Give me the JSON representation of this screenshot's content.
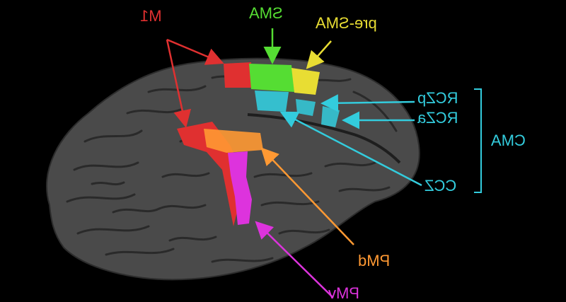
{
  "colors": {
    "background": "#000000",
    "brain": "#4a4a4a",
    "brain_dark": "#2c2c2c",
    "m1": "#e03030",
    "sma": "#55dd33",
    "pre_sma": "#e8dd33",
    "cingulate": "#33ccdd",
    "pmd": "#ff9933",
    "pmv": "#dd33dd"
  },
  "labels": {
    "m1": "M1",
    "sma": "SMA",
    "pre_sma": "pre-SMA",
    "rczp": "RCZp",
    "rcza": "RCZa",
    "cma": "CMA",
    "ccz": "CCZ",
    "pmd": "PMd",
    "bottom_cut": "PMv"
  }
}
